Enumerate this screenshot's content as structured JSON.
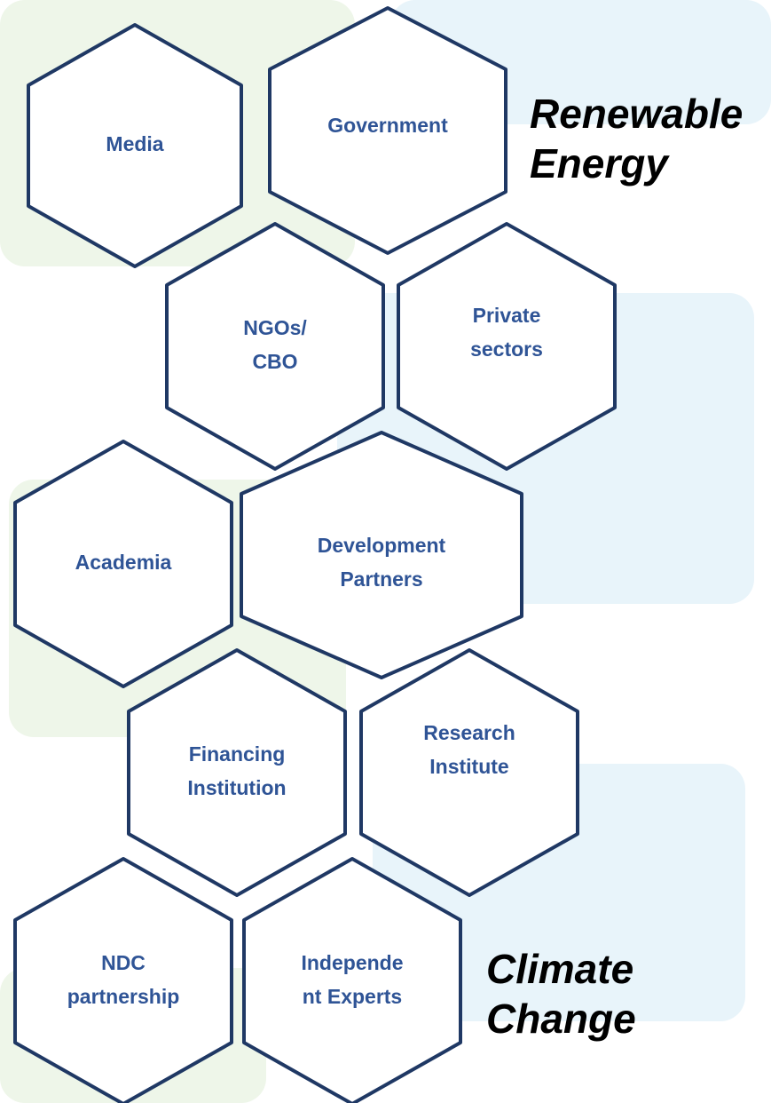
{
  "diagram": {
    "nodes": [
      {
        "id": "media",
        "lines": [
          "Media"
        ]
      },
      {
        "id": "government",
        "lines": [
          "Government"
        ]
      },
      {
        "id": "ngos",
        "lines": [
          "NGOs/",
          "CBO"
        ]
      },
      {
        "id": "private",
        "lines": [
          "Private",
          "sectors"
        ]
      },
      {
        "id": "academia",
        "lines": [
          "Academia"
        ]
      },
      {
        "id": "development",
        "lines": [
          "Development",
          "Partners"
        ]
      },
      {
        "id": "financing",
        "lines": [
          "Financing",
          "Institution"
        ]
      },
      {
        "id": "research",
        "lines": [
          "Research",
          "Institute"
        ]
      },
      {
        "id": "ndc",
        "lines": [
          "NDC",
          "partnership"
        ]
      },
      {
        "id": "independent",
        "lines": [
          "Independe",
          "nt Experts"
        ]
      }
    ]
  },
  "labels": {
    "renewable": {
      "line1": "Renewable",
      "line2": "Energy"
    },
    "climate": {
      "line1": "Climate",
      "line2": "Change"
    }
  },
  "colors": {
    "hex_stroke": "#1f3864",
    "hex_text": "#2f5496",
    "bg_green": "#eef6e9",
    "bg_blue": "#e8f4fa"
  }
}
